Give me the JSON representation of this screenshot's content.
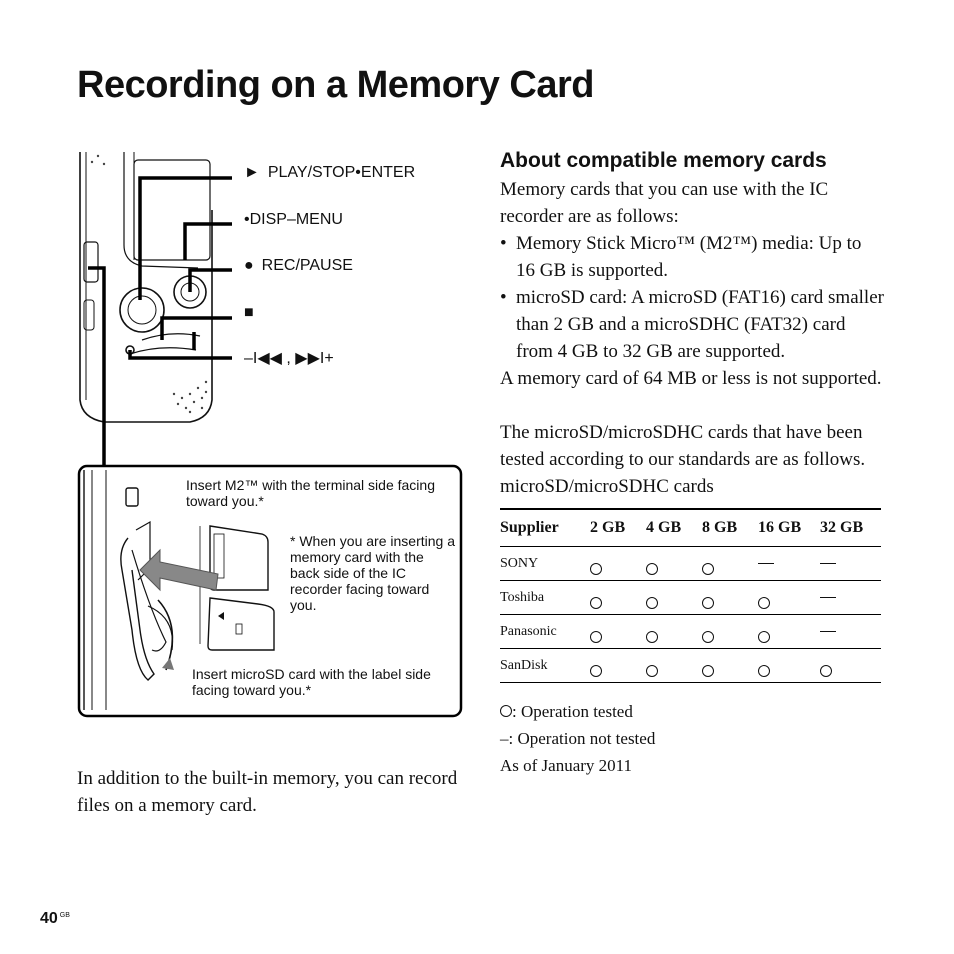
{
  "page": {
    "title": "Recording on a Memory Card",
    "number": "40",
    "number_suffix": "GB"
  },
  "illustration": {
    "callouts": [
      {
        "glyph": "►",
        "label": "PLAY/STOP•ENTER",
        "icon": "play-icon"
      },
      {
        "glyph": "",
        "label": "•DISP–MENU",
        "icon": ""
      },
      {
        "glyph": "●",
        "label": "REC/PAUSE",
        "icon": "record-icon"
      },
      {
        "glyph": "■",
        "label": "",
        "icon": "stop-icon"
      },
      {
        "glyph": "",
        "label": "–I◀◀ , ▶▶I+",
        "icon": "skip-icon"
      }
    ],
    "m2_note": "Insert M2™ with the terminal side facing toward you.*",
    "asterisk_note": "* When you are inserting a memory card with the back side of the IC recorder facing toward you.",
    "microsd_note": "Insert microSD card with the label side facing toward you.*"
  },
  "intro": "In addition to the built-in memory, you can record files on a memory card.",
  "section": {
    "title": "About compatible memory cards",
    "lead": "Memory cards that you can use with the IC recorder are as follows:",
    "bullets": [
      "Memory Stick Micro™ (M2™) media: Up to 16 GB is supported.",
      "microSD card: A microSD (FAT16) card smaller than 2 GB and a microSDHC (FAT32) card from 4 GB to 32 GB are supported."
    ],
    "note_64mb": "A memory card of 64 MB or less is not supported.",
    "tested_intro": "The microSD/microSDHC cards that have been tested according to our standards are as follows.",
    "table_caption": "microSD/microSDHC cards"
  },
  "table": {
    "headers": [
      "Supplier",
      "2 GB",
      "4 GB",
      "8 GB",
      "16 GB",
      "32 GB"
    ],
    "rows": [
      {
        "supplier": "SONY",
        "cells": [
          "O",
          "O",
          "O",
          "–",
          "–"
        ]
      },
      {
        "supplier": "Toshiba",
        "cells": [
          "O",
          "O",
          "O",
          "O",
          "–"
        ]
      },
      {
        "supplier": "Panasonic",
        "cells": [
          "O",
          "O",
          "O",
          "O",
          "–"
        ]
      },
      {
        "supplier": "SanDisk",
        "cells": [
          "O",
          "O",
          "O",
          "O",
          "O"
        ]
      }
    ]
  },
  "legend": {
    "tested": ": Operation tested",
    "not_tested": "–: Operation not tested",
    "date": "As of January 2011"
  }
}
